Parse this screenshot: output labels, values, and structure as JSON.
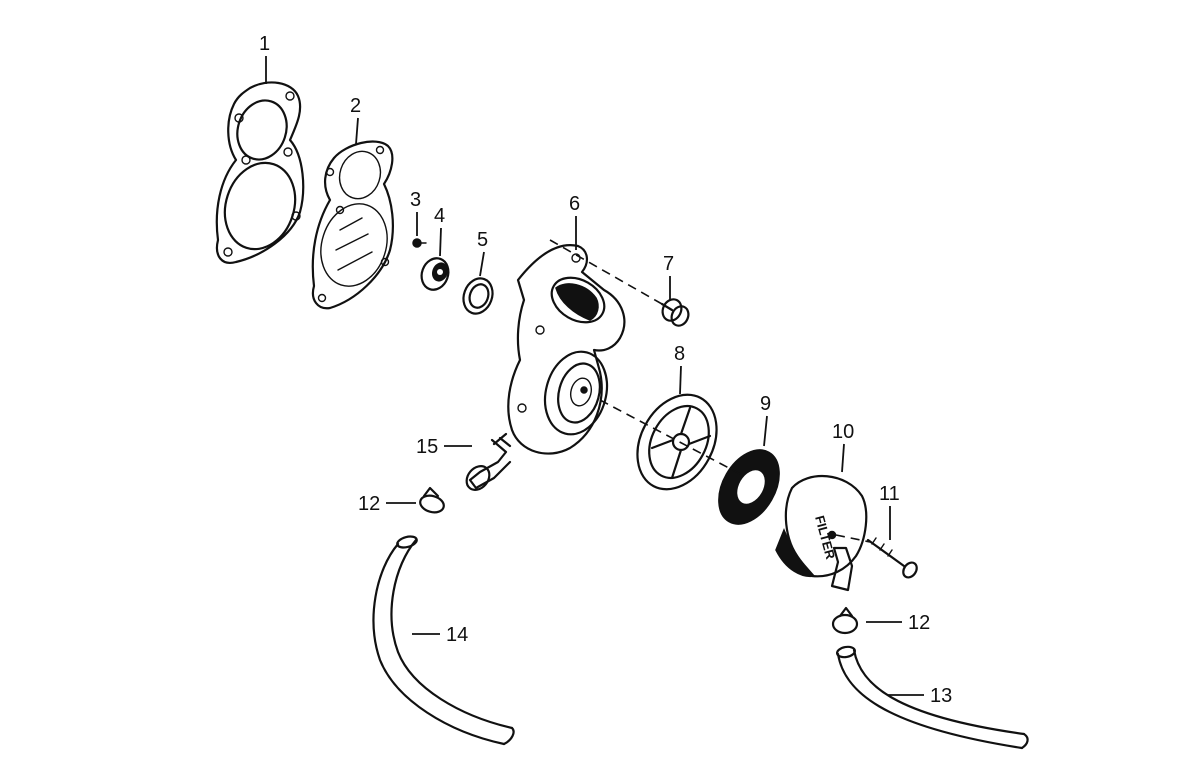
{
  "callouts": {
    "c1": "1",
    "c2": "2",
    "c3": "3",
    "c4": "4",
    "c5": "5",
    "c6": "6",
    "c7": "7",
    "c8": "8",
    "c9": "9",
    "c10": "10",
    "c11": "11",
    "c12a": "12",
    "c12b": "12",
    "c13": "13",
    "c14": "14",
    "c15": "15"
  },
  "filter_label": "FILTER"
}
